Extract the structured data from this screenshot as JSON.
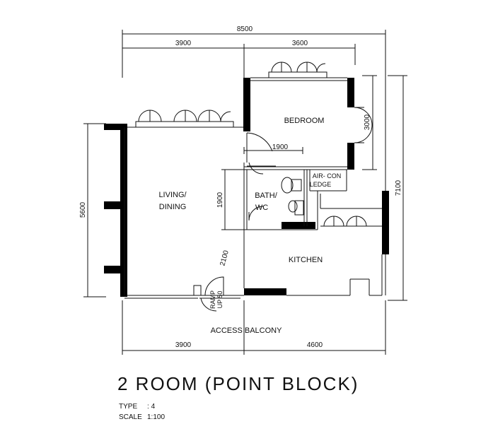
{
  "dimensions": {
    "overall_width": "8500",
    "living_width_top": "3900",
    "bedroom_width": "3600",
    "bedroom_depth": "3000",
    "overall_depth": "7100",
    "living_depth": "5600",
    "bath_depth": "1900",
    "bath_width": "1900",
    "living_width_bottom": "3900",
    "kitchen_width": "4600",
    "door_2100": "2100"
  },
  "rooms": {
    "bedroom": "BEDROOM",
    "living_line1": "LIVING/",
    "living_line2": "DINING",
    "bath_line1": "BATH/",
    "bath_line2": "WC",
    "aircon_line1": "AIR- CON",
    "aircon_line2": "LEDGE",
    "kitchen": "KITCHEN",
    "ramp_line1": "RAMP",
    "ramp_line2": "UP 50",
    "access_balcony": "ACCESS BALCONY"
  },
  "title": "2 ROOM (POINT BLOCK)",
  "type_label": "TYPE",
  "type_sep": ":",
  "type_value": "4",
  "scale_label": "SCALE",
  "scale_value": "1:100"
}
